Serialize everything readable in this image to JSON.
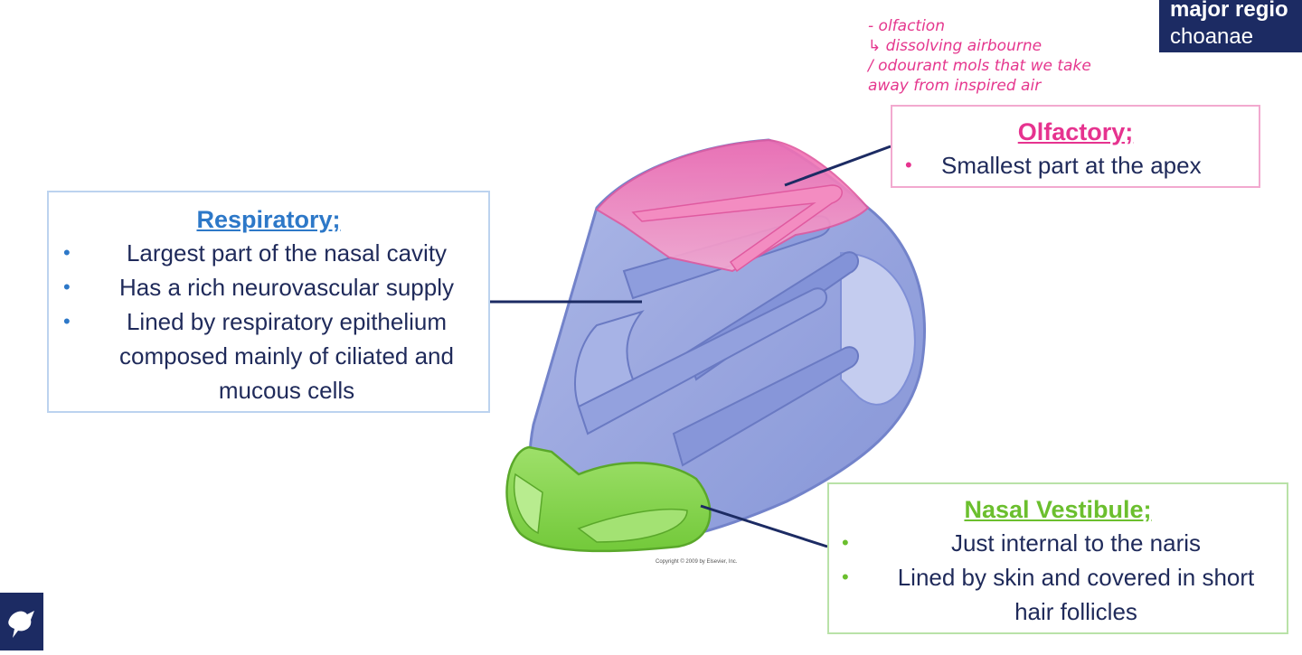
{
  "colors": {
    "respiratory": "#2d78c8",
    "olfactory": "#e6338f",
    "vestibule": "#6bbf2e",
    "text": "#1f2a5a",
    "navy": "#1c2b63"
  },
  "respiratory": {
    "title": "Respiratory;",
    "bullets": [
      "Largest part of the nasal cavity",
      "Has a rich neurovascular supply",
      "Lined by respiratory epithelium composed mainly of ciliated and mucous cells"
    ]
  },
  "olfactory": {
    "title": "Olfactory;",
    "bullets": [
      "Smallest part at the apex"
    ]
  },
  "vestibule": {
    "title": "Nasal Vestibule;",
    "bullets": [
      "Just internal to the naris",
      "Lined by skin and covered in short hair follicles"
    ]
  },
  "corner_tag": {
    "line1": "major regio",
    "line2": "choanae"
  },
  "handwritten_notes": [
    "- olfaction",
    "↳ dissolving airbourne",
    "/ odourant mols that we take",
    "away from inspired air"
  ],
  "copyright": "Copyright © 2009 by Elsevier, Inc.",
  "icons": {
    "logo": "university-crest-icon",
    "bullet": "bullet-icon"
  }
}
